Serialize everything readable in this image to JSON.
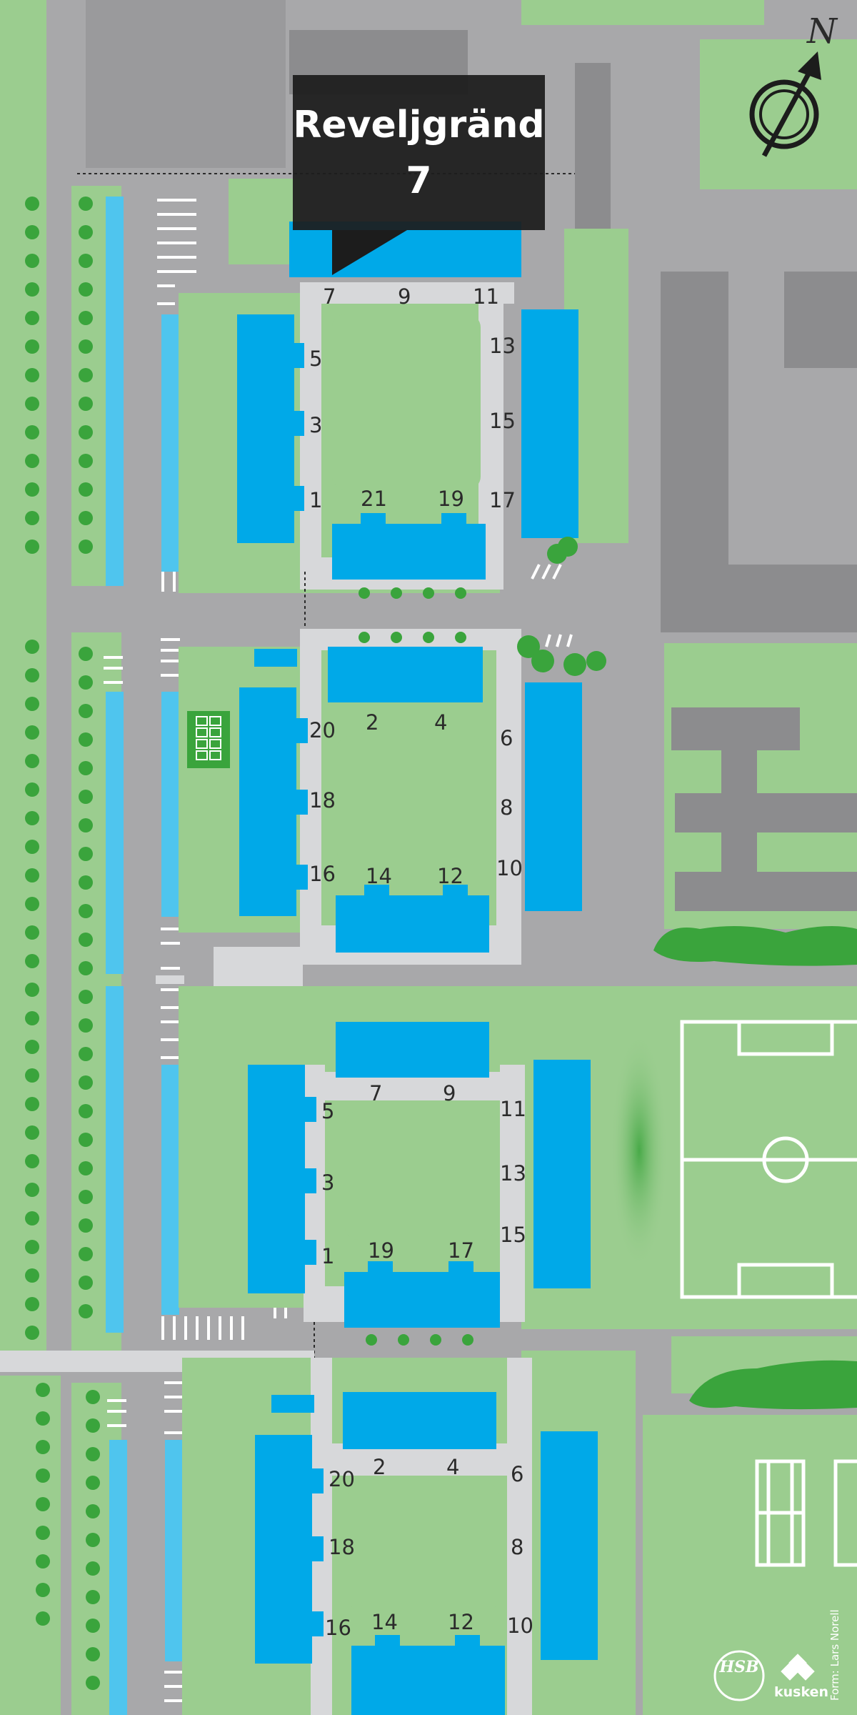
{
  "callout": {
    "street": "Reveljgränd",
    "number": "7"
  },
  "compass": {
    "label": "N"
  },
  "credit": "Form: Lars Norell",
  "logos": {
    "hsb": "HSB",
    "kusken": "kusken"
  },
  "colors": {
    "building": "#00a9e8",
    "lawn": "#9bcd8f",
    "road": "#a8a8aa",
    "path": "#d7d8da",
    "tree": "#3aa43c",
    "outbuilding": "#8c8c8e",
    "callout_bg": "#1c1c1c",
    "field": "#9bcd8f"
  },
  "labels": {
    "block1": [
      "7",
      "9",
      "11",
      "5",
      "3",
      "1",
      "13",
      "15",
      "17",
      "21",
      "19"
    ],
    "block2": [
      "2",
      "4",
      "20",
      "6",
      "18",
      "8",
      "16",
      "14",
      "12",
      "10"
    ],
    "block3": [
      "7",
      "9",
      "5",
      "11",
      "3",
      "13",
      "15",
      "1",
      "19",
      "17"
    ],
    "block4": [
      "2",
      "4",
      "20",
      "6",
      "18",
      "8",
      "16",
      "14",
      "12",
      "10"
    ]
  }
}
